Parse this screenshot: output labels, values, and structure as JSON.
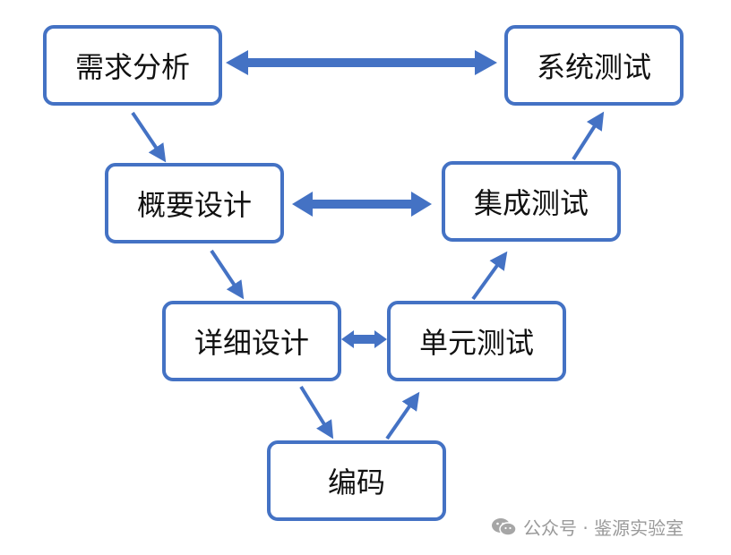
{
  "nodes": {
    "requirements": "需求分析",
    "system_test": "系统测试",
    "high_level_design": "概要设计",
    "integration_test": "集成测试",
    "detailed_design": "详细设计",
    "unit_test": "单元测试",
    "coding": "编码"
  },
  "watermark": {
    "text": "公众号 · 鉴源实验室"
  },
  "colors": {
    "accent": "#4472c4",
    "text": "#111111",
    "watermark": "#9a9a9a"
  }
}
